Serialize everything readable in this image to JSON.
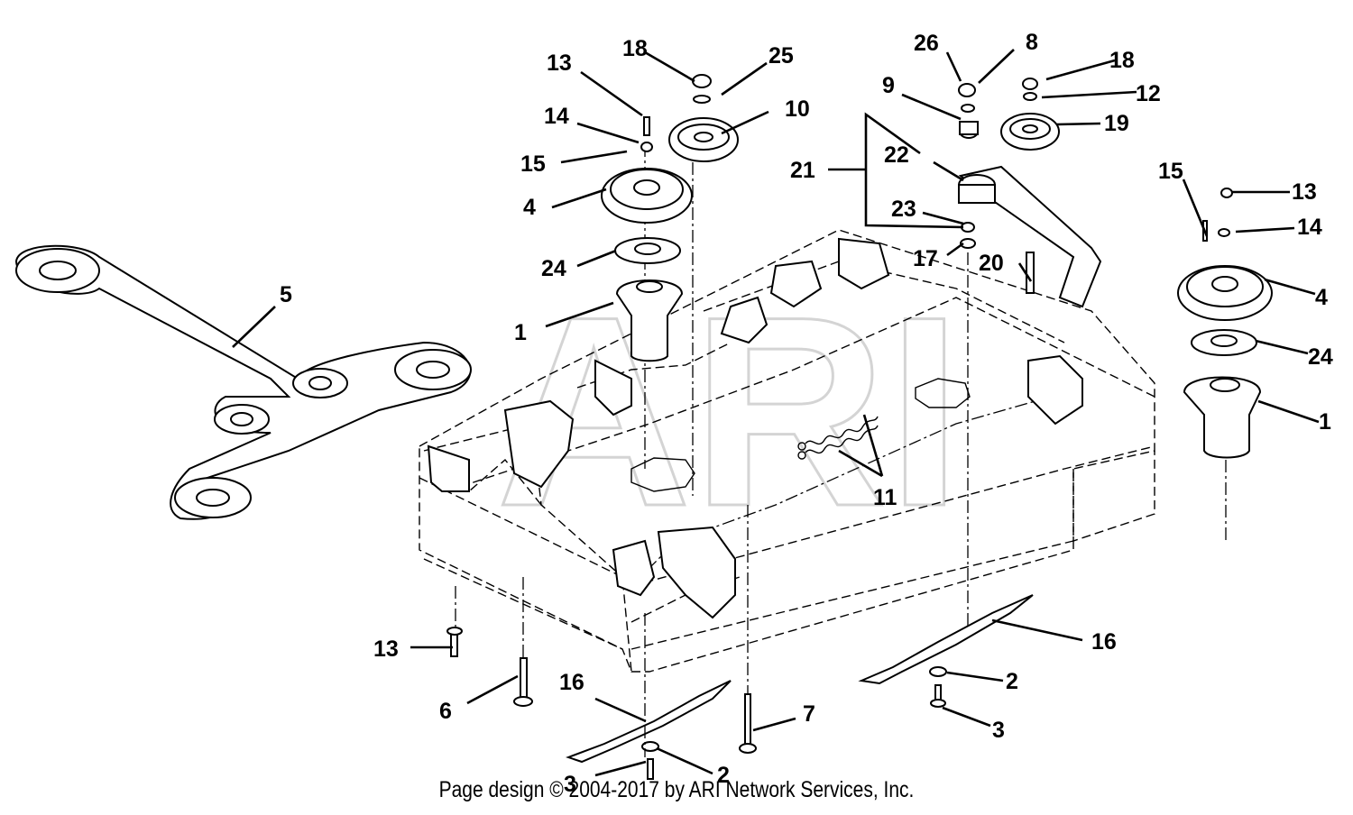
{
  "watermark": "ARI",
  "footer": "Page design © 2004-2017 by ARI Network Services, Inc.",
  "callouts": {
    "c18a": "18",
    "c25": "25",
    "c13a": "13",
    "c10": "10",
    "c14a": "14",
    "c15a": "15",
    "c4a": "4",
    "c24a": "24",
    "c1a": "1",
    "c5": "5",
    "c26": "26",
    "c8": "8",
    "c18b": "18",
    "c9": "9",
    "c12": "12",
    "c19": "19",
    "c21": "21",
    "c22": "22",
    "c23": "23",
    "c17": "17",
    "c20": "20",
    "c15b": "15",
    "c13b": "13",
    "c14b": "14",
    "c4b": "4",
    "c24b": "24",
    "c1b": "1",
    "c11": "11",
    "c13c": "13",
    "c6": "6",
    "c16a": "16",
    "c3a": "3",
    "c2a": "2",
    "c7": "7",
    "c16b": "16",
    "c2b": "2",
    "c3b": "3"
  },
  "colors": {
    "ink": "#000000",
    "watermark": "#d4d4d4",
    "background": "#ffffff"
  }
}
